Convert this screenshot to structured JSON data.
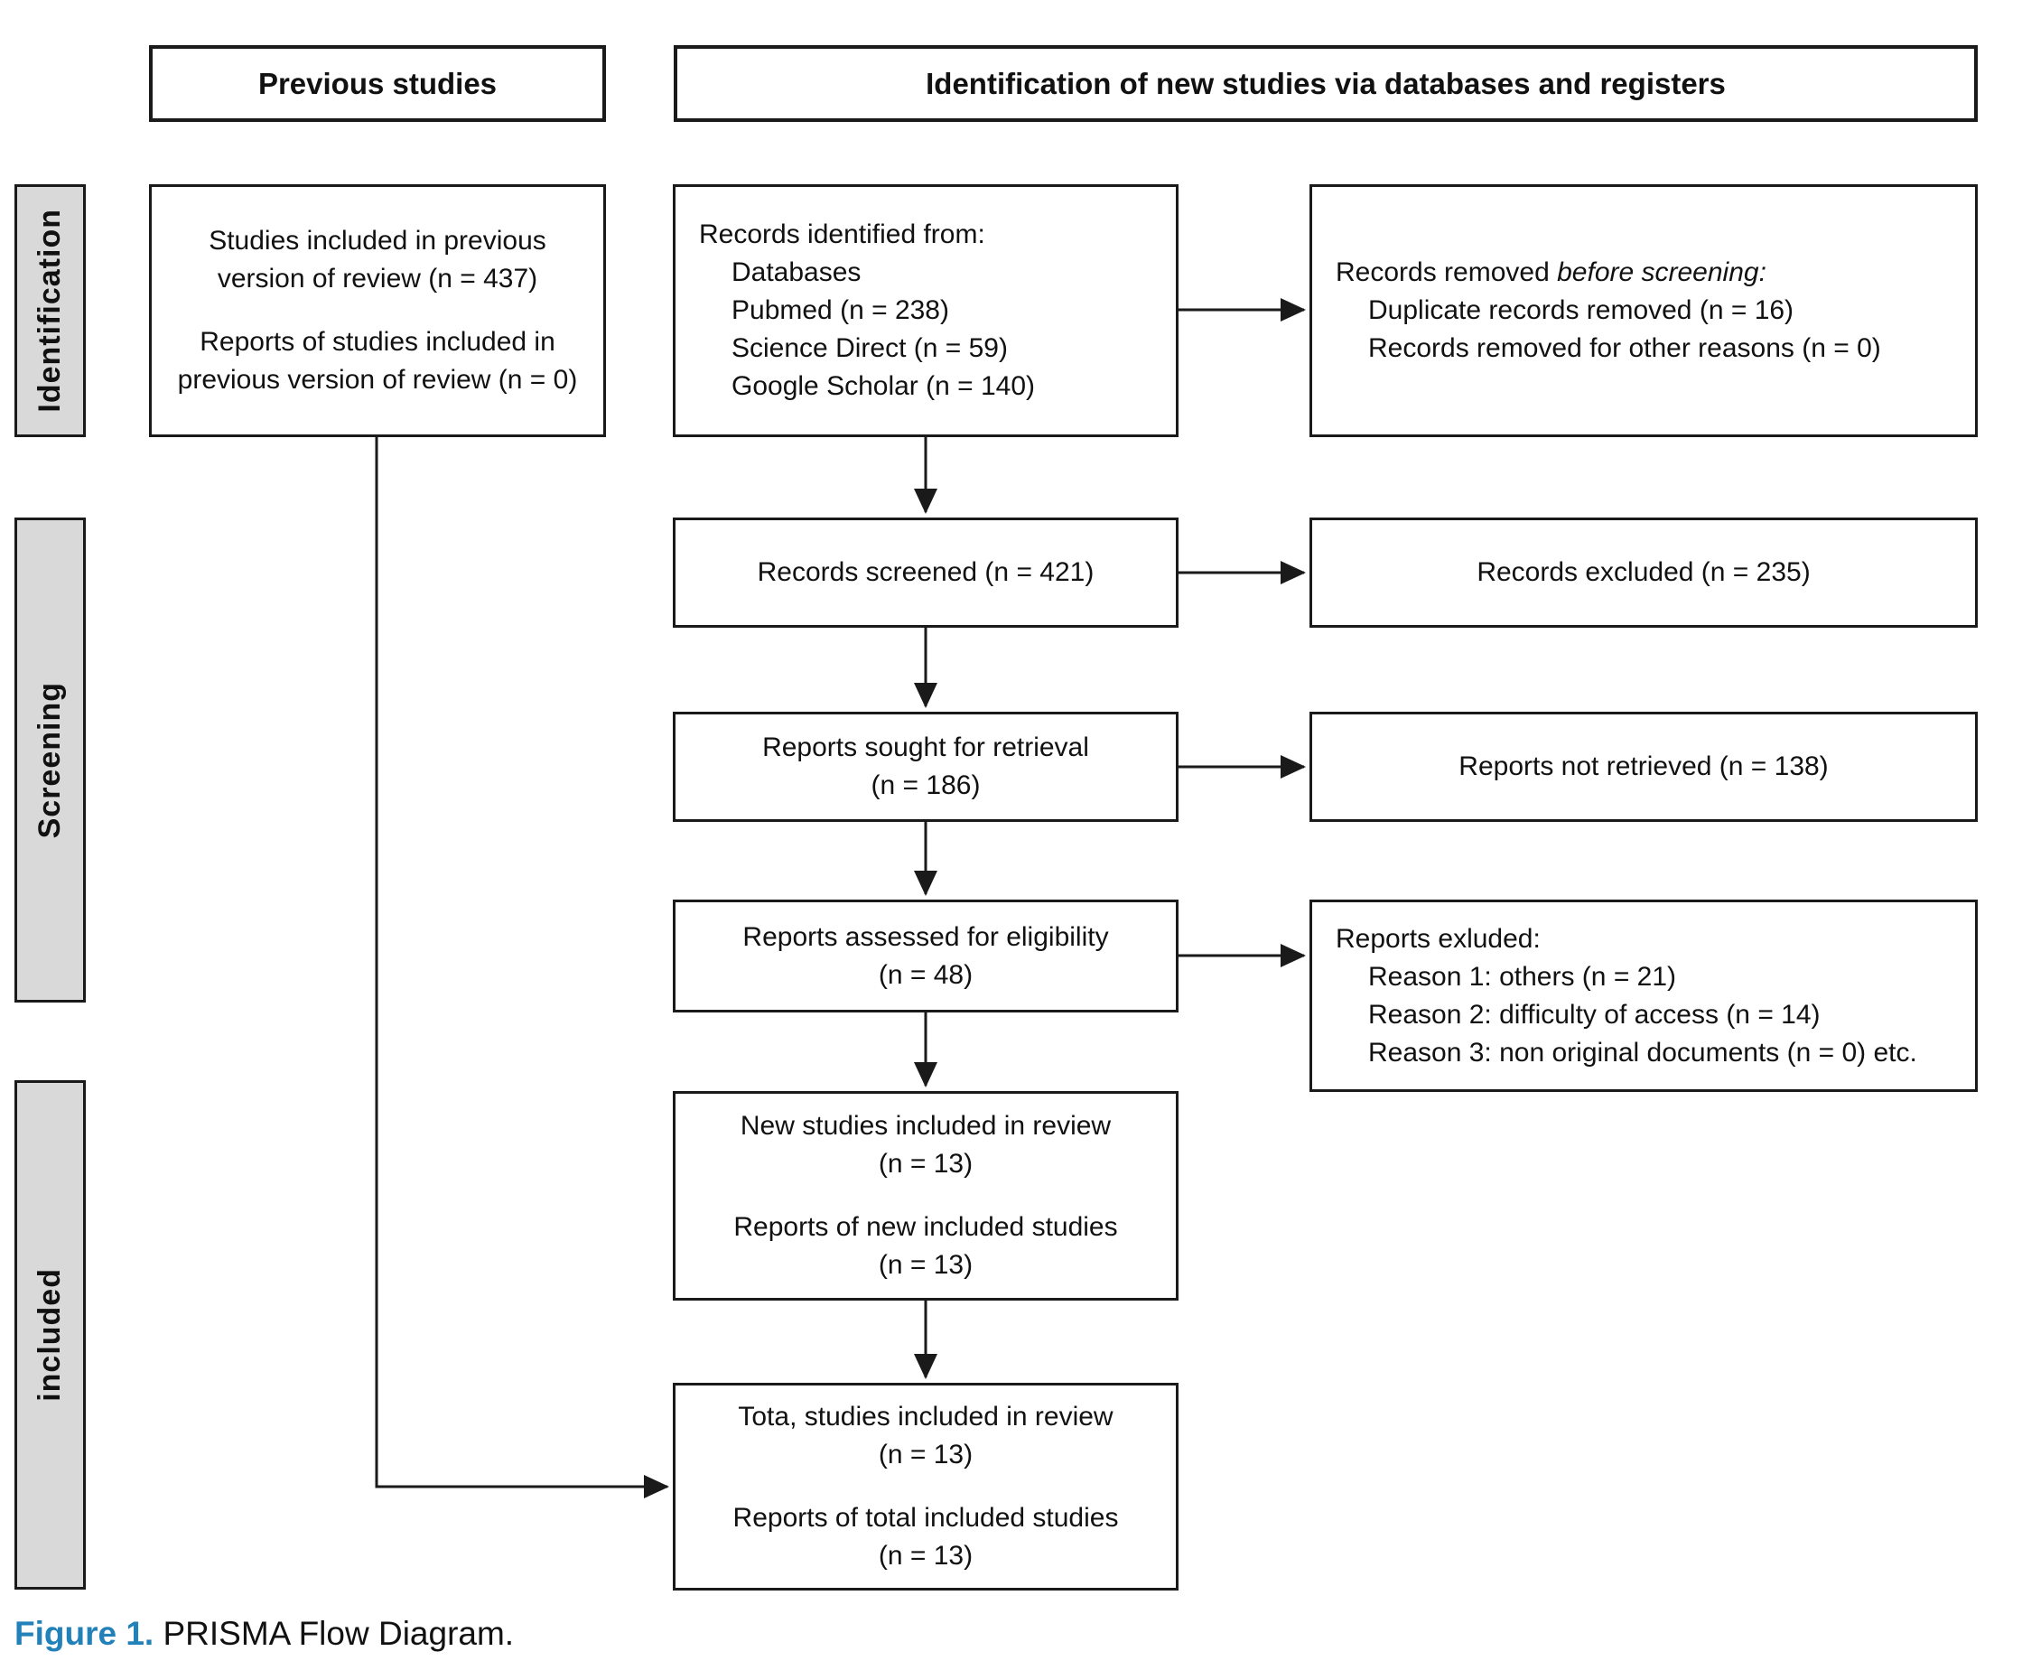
{
  "headers": {
    "previous": "Previous studies",
    "new_studies": "Identification of new studies via databases and registers"
  },
  "side_labels": {
    "identification": "Identification",
    "screening": "Screening",
    "included": "included"
  },
  "boxes": {
    "previous_studies": {
      "para1": "Studies included in previous version of review (n = 437)",
      "para2": "Reports of studies included in previous version of review (n = 0)"
    },
    "records_identified": {
      "intro": "Records identified from:",
      "items": [
        "Databases",
        "Pubmed (n = 238)",
        "Science Direct (n = 59)",
        "Google Scholar (n = 140)"
      ]
    },
    "records_removed": {
      "intro_prefix": "Records removed ",
      "intro_italic": "before screening:",
      "items": [
        "Duplicate records removed (n = 16)",
        "Records removed for other reasons (n = 0)"
      ]
    },
    "records_screened": {
      "text": "Records screened (n = 421)"
    },
    "records_excluded": {
      "text": "Records excluded (n = 235)"
    },
    "reports_sought": {
      "line1": "Reports sought for retrieval",
      "line2": "(n = 186)"
    },
    "reports_not_retrieved": {
      "text": "Reports not retrieved (n = 138)"
    },
    "reports_assessed": {
      "line1": "Reports assessed for eligibility",
      "line2": "(n = 48)"
    },
    "reports_excluded": {
      "intro": "Reports exluded:",
      "items": [
        "Reason 1: others (n = 21)",
        "Reason 2: difficulty of access (n = 14)",
        "Reason 3: non original documents (n = 0) etc."
      ]
    },
    "new_studies": {
      "para1_line1": "New studies included in review",
      "para1_line2": "(n = 13)",
      "para2_line1": "Reports of new included studies",
      "para2_line2": "(n = 13)"
    },
    "total_studies": {
      "para1_line1": "Tota, studies included in review",
      "para1_line2": "(n = 13)",
      "para2_line1": "Reports of total included studies",
      "para2_line2": "(n = 13)"
    }
  },
  "caption": {
    "label": "Figure 1.",
    "text": " PRISMA Flow Diagram."
  },
  "colors": {
    "sidebar_fill": "#d9d9d9",
    "caption_blue": "#2181b8",
    "line_black": "#1a1a1a"
  }
}
